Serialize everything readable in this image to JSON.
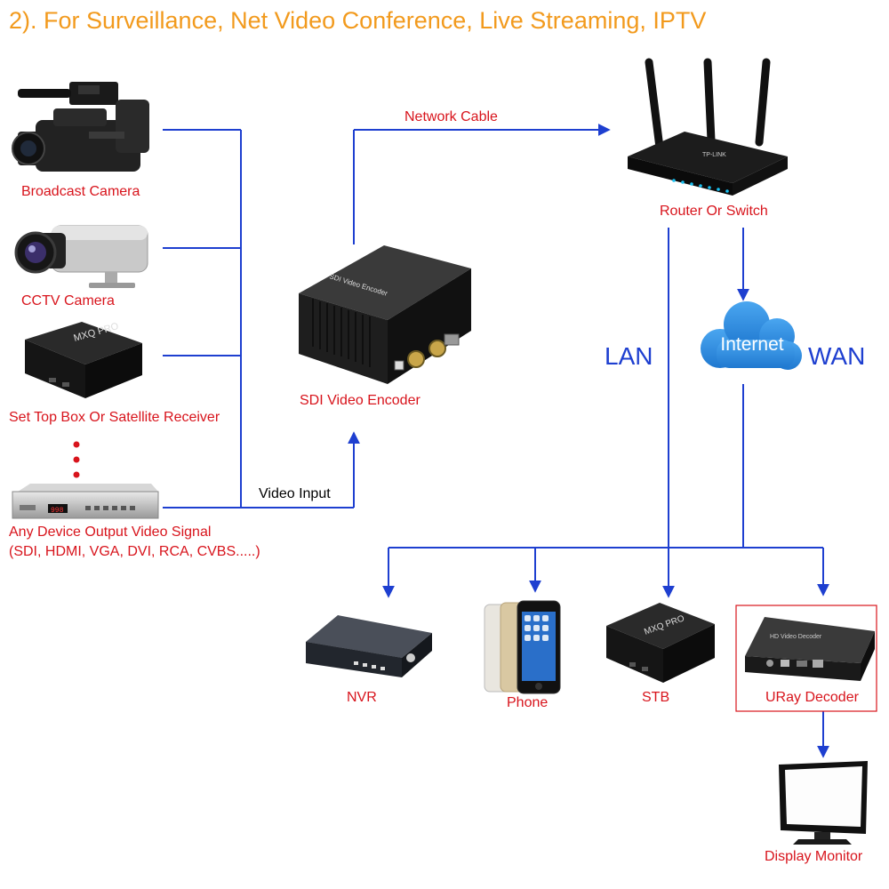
{
  "title": "2). For Surveillance, Net Video Conference, Live Streaming, IPTV",
  "sources": {
    "broadcast_camera": "Broadcast Camera",
    "cctv_camera": "CCTV Camera",
    "set_top_box": "Set Top Box Or Satellite Receiver",
    "any_device_line1": "Any Device Output Video Signal",
    "any_device_line2": "(SDI, HDMI, VGA, DVI, RCA, CVBS.....)",
    "dvd_display": "998"
  },
  "encoder": {
    "label": "SDI Video Encoder",
    "panel_text": "SDI Video Encoder"
  },
  "connections": {
    "video_input": "Video Input",
    "network_cable": "Network Cable",
    "lan": "LAN",
    "wan": "WAN",
    "internet": "Internet"
  },
  "router": {
    "label": "Router Or Switch",
    "brand": "TP-LINK"
  },
  "endpoints": {
    "nvr": "NVR",
    "phone": "Phone",
    "stb": "STB",
    "decoder": "URay Decoder",
    "decoder_panel": "HD Video Decoder",
    "monitor": "Display Monitor",
    "stb_brand": "MXQ PRO"
  },
  "colors": {
    "line": "#1e3fd0",
    "label_red": "#d8141c",
    "title_orange": "#f29a1d",
    "cloud": "#2f8fe0"
  }
}
